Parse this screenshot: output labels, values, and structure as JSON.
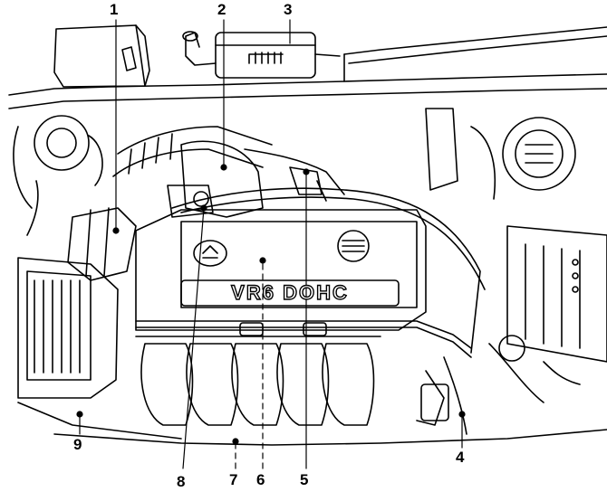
{
  "figure": {
    "engine_cover_text": "VR6 DOHC",
    "ink_color": "#000000",
    "paper_color": "#ffffff"
  },
  "callouts": [
    {
      "id": "1",
      "label": "1"
    },
    {
      "id": "2",
      "label": "2"
    },
    {
      "id": "3",
      "label": "3"
    },
    {
      "id": "4",
      "label": "4"
    },
    {
      "id": "5",
      "label": "5"
    },
    {
      "id": "6",
      "label": "6"
    },
    {
      "id": "7",
      "label": "7"
    },
    {
      "id": "8",
      "label": "8"
    },
    {
      "id": "9",
      "label": "9"
    }
  ]
}
